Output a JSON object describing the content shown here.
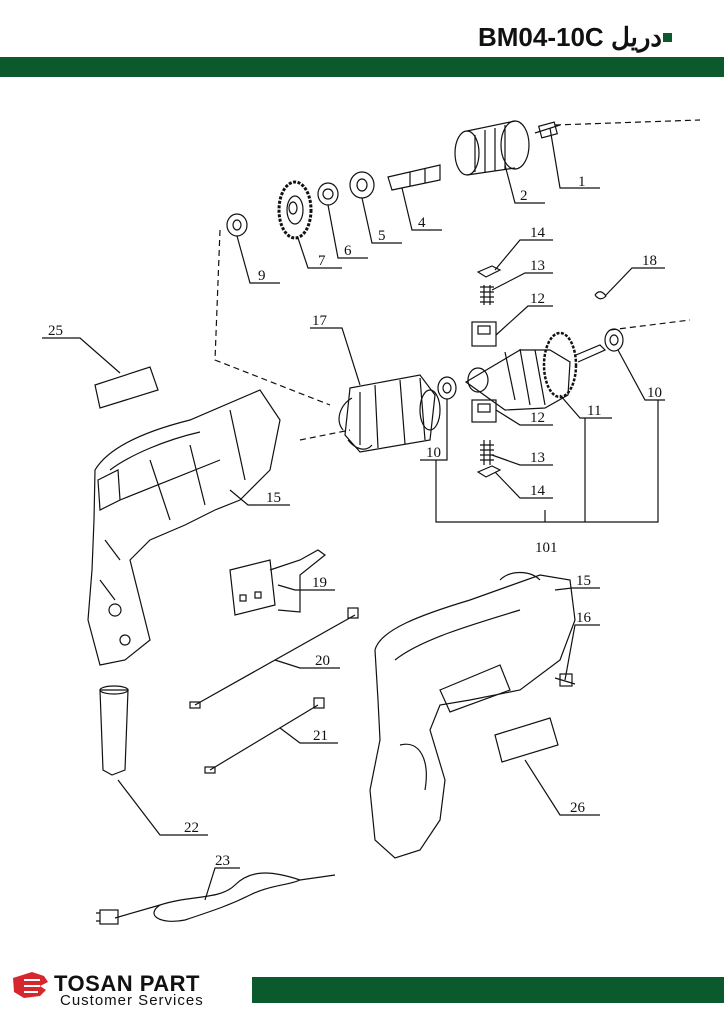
{
  "header": {
    "title": "BM04-10C دریل"
  },
  "parts": [
    {
      "number": "1"
    },
    {
      "number": "2"
    },
    {
      "number": "4"
    },
    {
      "number": "5"
    },
    {
      "number": "6"
    },
    {
      "number": "7"
    },
    {
      "number": "9"
    },
    {
      "number": "10"
    },
    {
      "number": "10"
    },
    {
      "number": "11"
    },
    {
      "number": "12"
    },
    {
      "number": "12"
    },
    {
      "number": "13"
    },
    {
      "number": "13"
    },
    {
      "number": "14"
    },
    {
      "number": "14"
    },
    {
      "number": "15"
    },
    {
      "number": "15"
    },
    {
      "number": "16"
    },
    {
      "number": "17"
    },
    {
      "number": "18"
    },
    {
      "number": "19"
    },
    {
      "number": "20"
    },
    {
      "number": "21"
    },
    {
      "number": "22"
    },
    {
      "number": "23"
    },
    {
      "number": "25"
    },
    {
      "number": "26"
    },
    {
      "number": "101"
    }
  ],
  "footer": {
    "brand_name": "TOSAN PART",
    "brand_subtitle": "Customer Services"
  },
  "colors": {
    "brand_green": "#0b5a2e",
    "logo_red": "#d6262e"
  }
}
